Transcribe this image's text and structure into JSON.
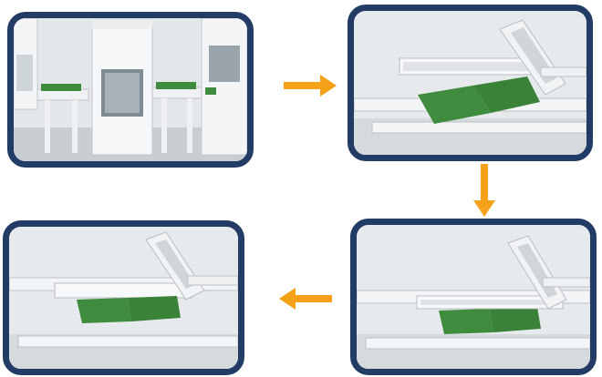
{
  "steps": [
    {
      "id": "step-1",
      "icon": "pcb-assembly-line-image"
    },
    {
      "id": "step-2",
      "icon": "conveyor-gripper-image"
    },
    {
      "id": "step-3",
      "icon": "conveyor-gripper-image"
    },
    {
      "id": "step-4",
      "icon": "conveyor-gripper-image"
    }
  ],
  "arrows": [
    {
      "from": "step-1",
      "to": "step-2",
      "direction": "right"
    },
    {
      "from": "step-2",
      "to": "step-3",
      "direction": "down"
    },
    {
      "from": "step-3",
      "to": "step-4",
      "direction": "left"
    }
  ],
  "colors": {
    "panel_border": "#233c66",
    "arrow": "#f5a21a",
    "pcb": "#3f8c3e",
    "machine": "#f2f3f4"
  }
}
